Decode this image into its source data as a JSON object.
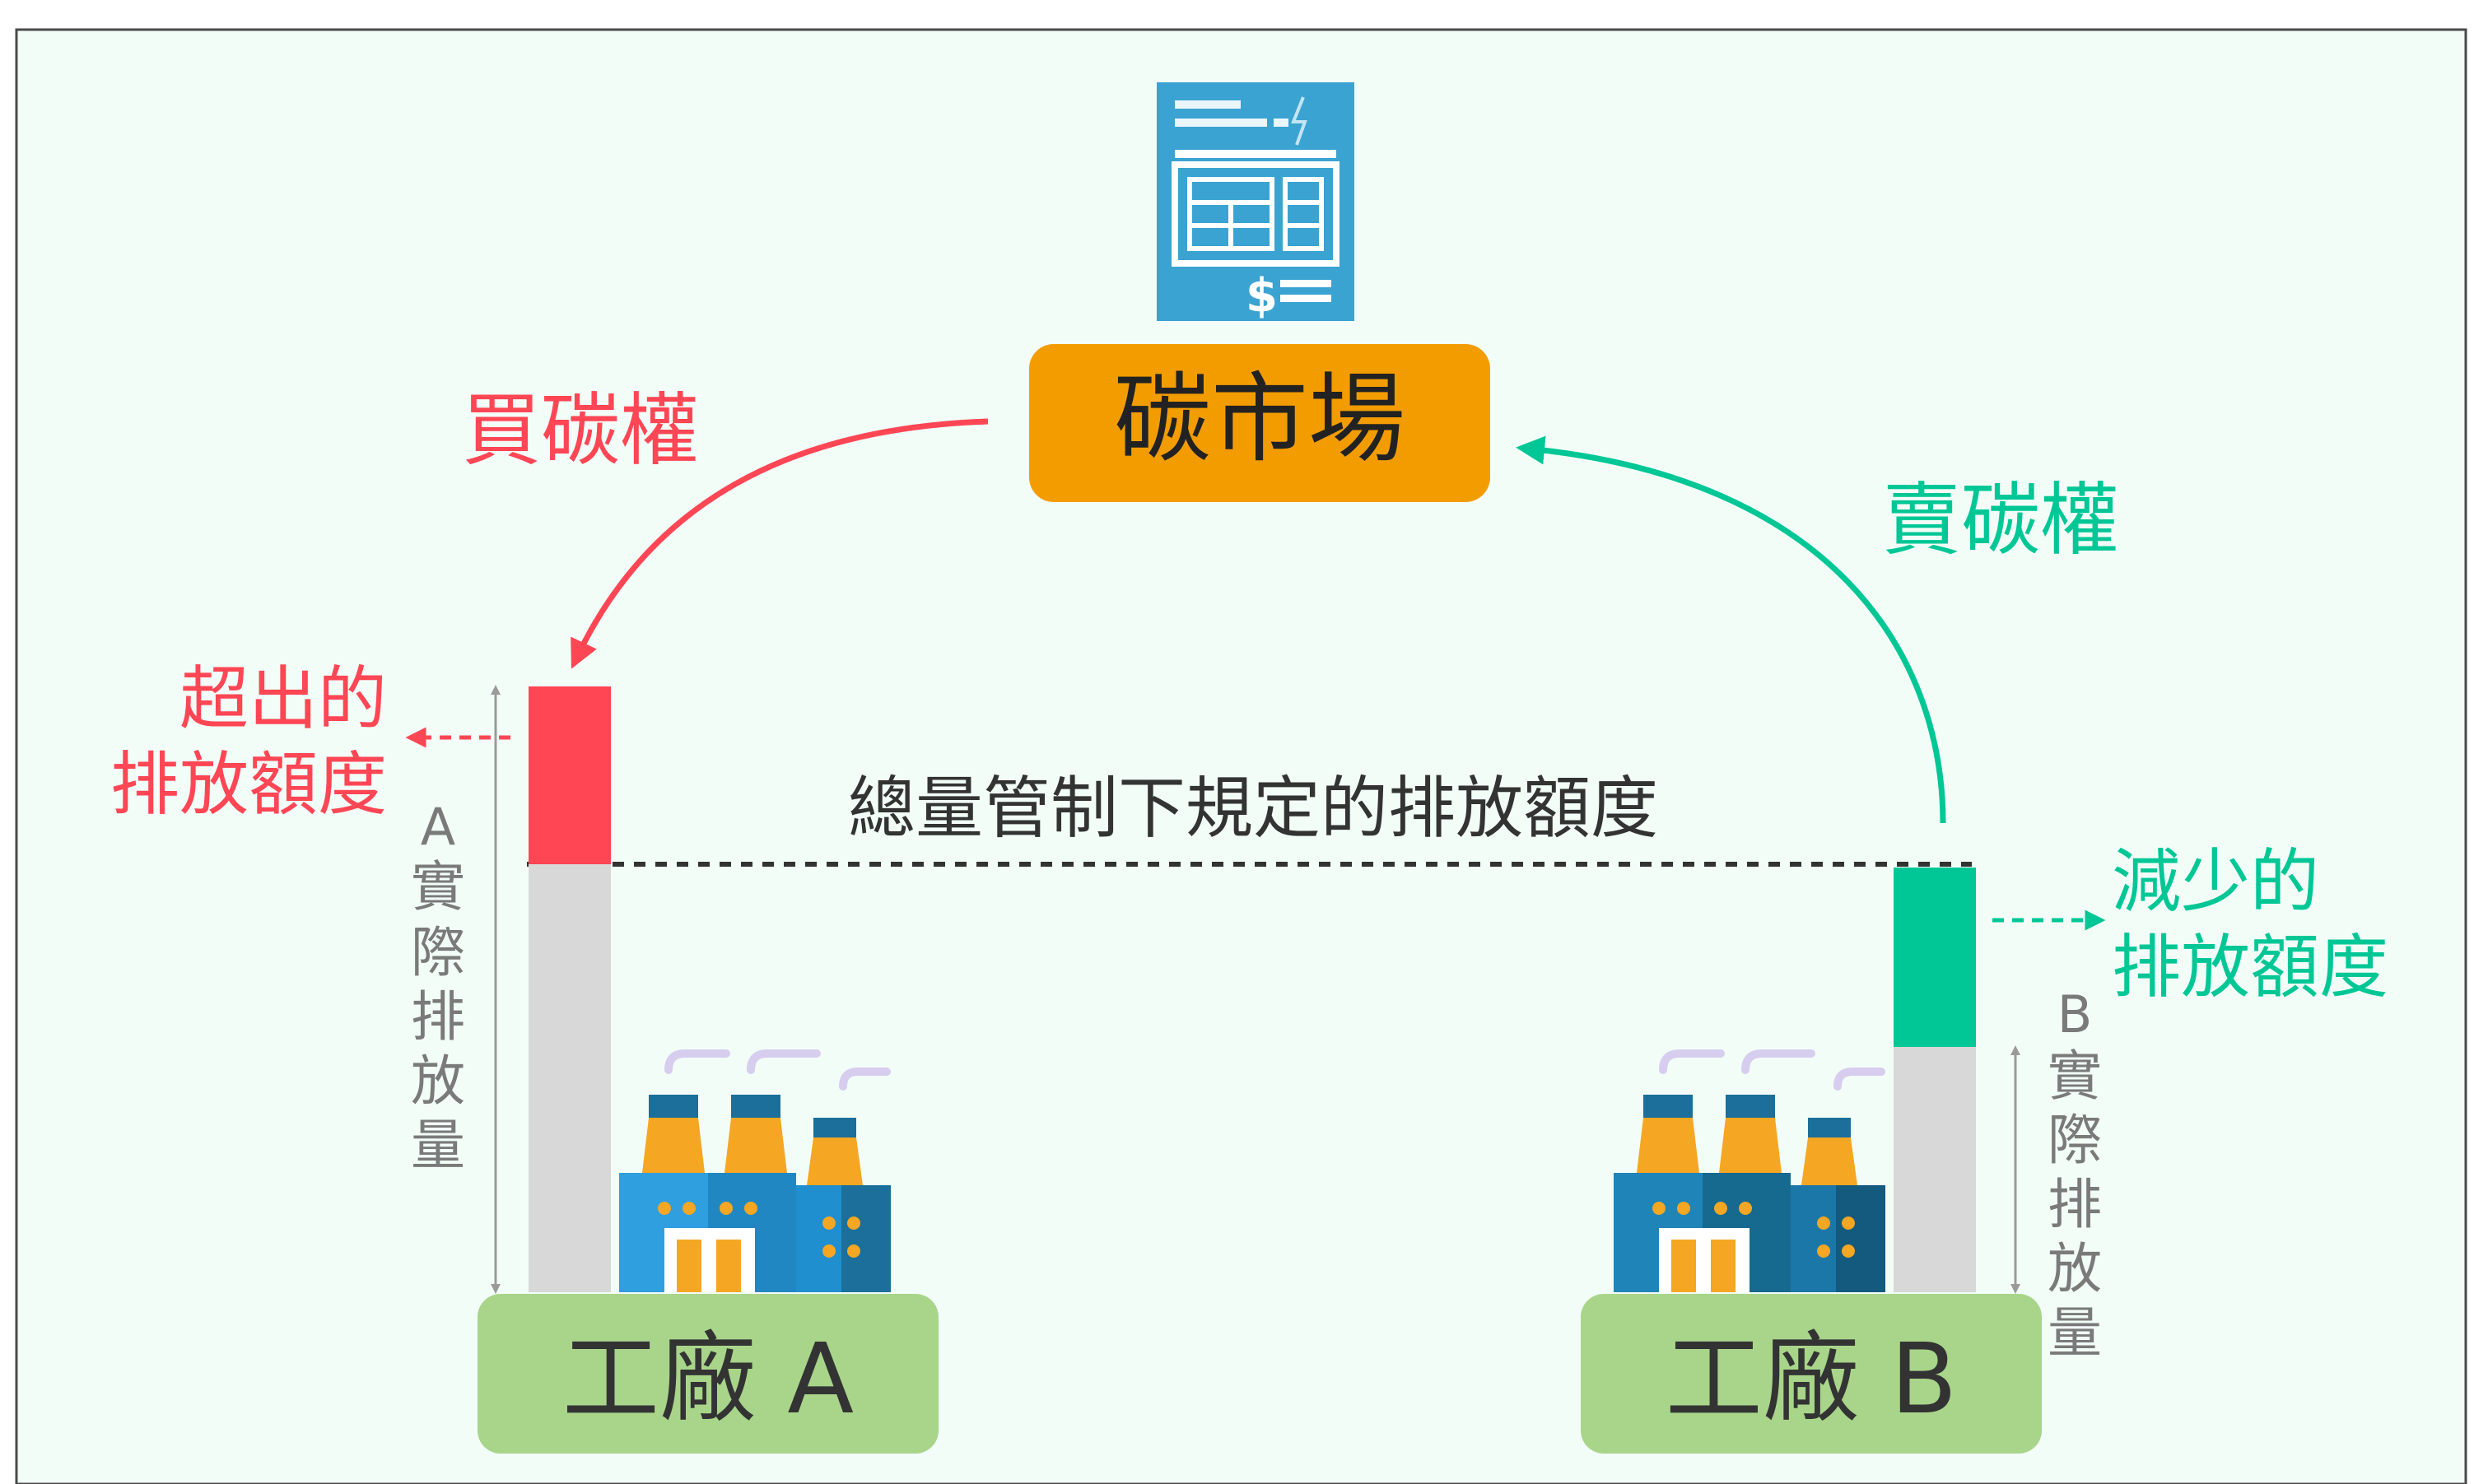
{
  "colors": {
    "background": "#f2fdf8",
    "border": "#4a4a4a",
    "market_box": "#f39c00",
    "factory_box": "#a8d58a",
    "buy": "#ff4655",
    "sell": "#00c795",
    "gray_bar": "#d8d8d8",
    "dark_text": "#333333",
    "gray_text": "#7a7a7a",
    "doc_icon": "#3aa3d1",
    "factory_blue": "#2f9fe0",
    "factory_dark": "#1b6f9a",
    "chimney": "#f5a623",
    "smoke": "#d7cdee"
  },
  "market": {
    "label": "碳市場",
    "icon": "price-document-icon"
  },
  "buy_label": "買碳權",
  "sell_label": "賣碳權",
  "cap_label": "總量管制下規定的排放額度",
  "factory_a": {
    "name": "工廠 A",
    "bar_letter": "A",
    "bar_caption": [
      "實",
      "際",
      "排",
      "放",
      "量"
    ],
    "excess_label": [
      "超出的",
      "排放額度"
    ],
    "icon": "factory-icon"
  },
  "factory_b": {
    "name": "工廠 B",
    "bar_letter": "B",
    "bar_caption": [
      "實",
      "際",
      "排",
      "放",
      "量"
    ],
    "reduced_label": [
      "減少的",
      "排放額度"
    ],
    "icon": "factory-icon"
  }
}
